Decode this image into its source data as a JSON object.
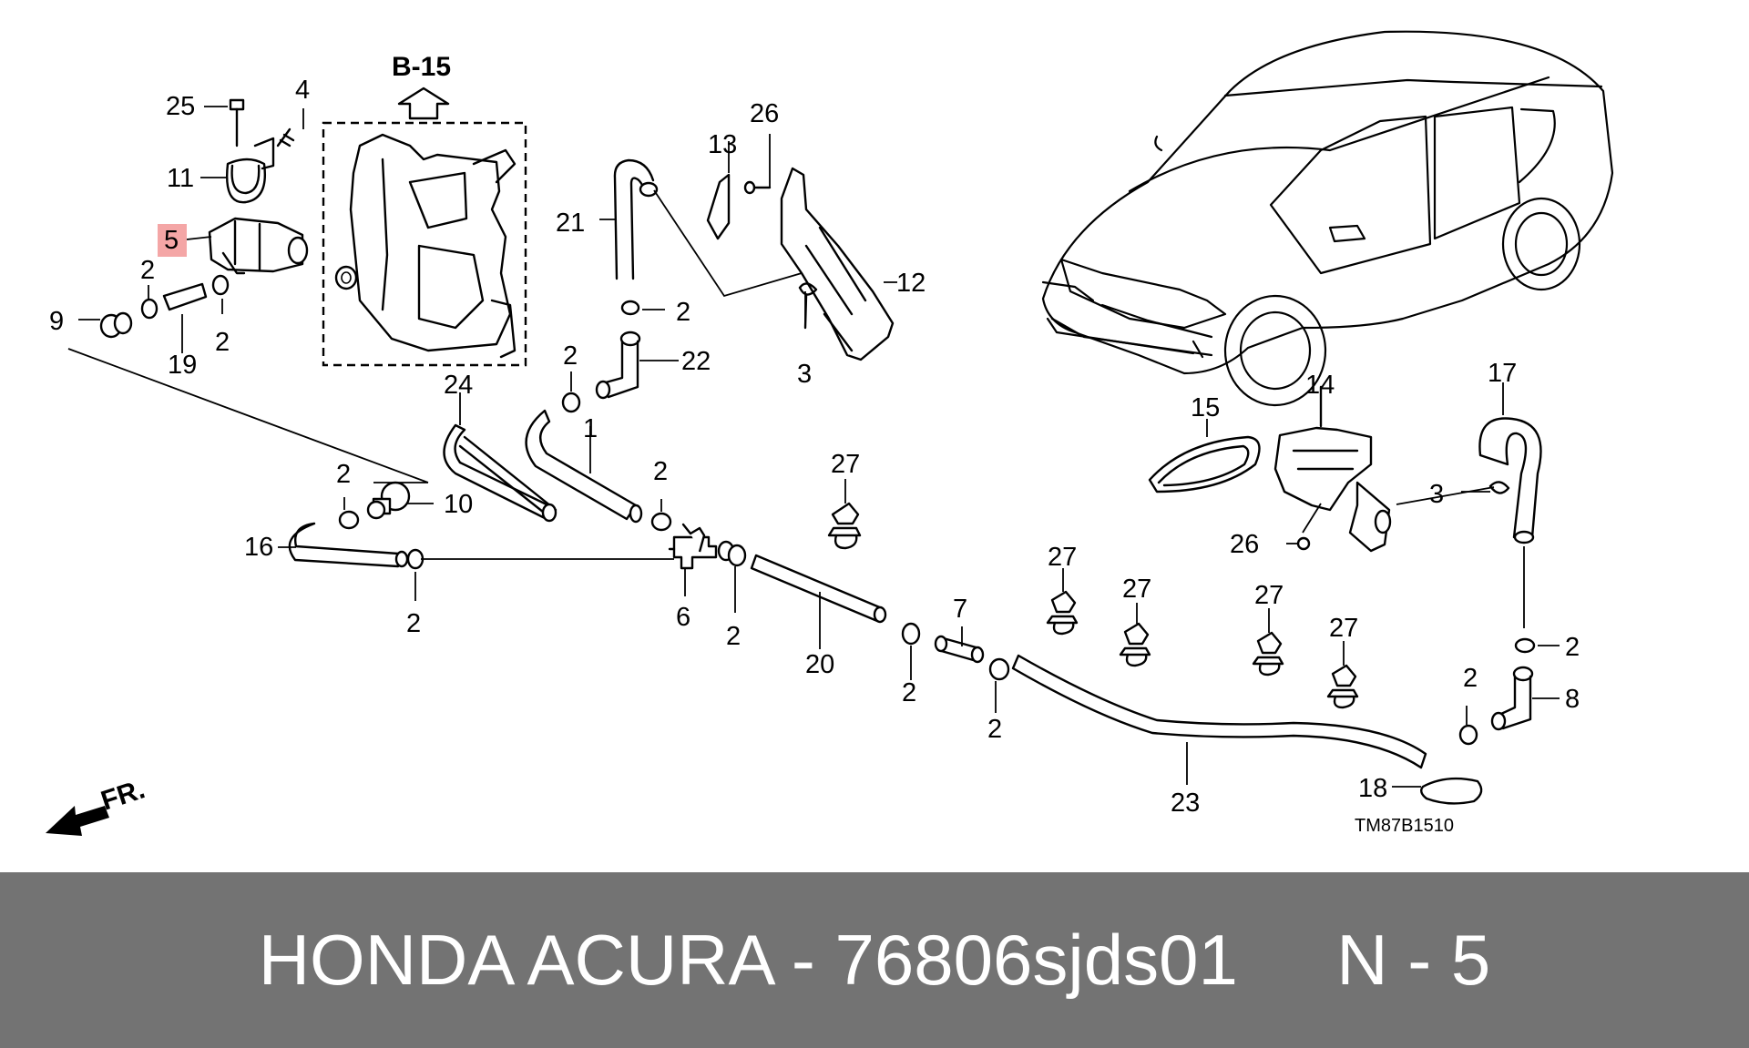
{
  "diagram": {
    "section_ref": "B-15",
    "drawing_code": "TM87B1510",
    "direction_label": "FR.",
    "highlighted_part": "5",
    "highlight_color": "#f4a6a6",
    "labels": {
      "l25": "25",
      "l4": "4",
      "l11": "11",
      "l5": "5",
      "l2a": "2",
      "l9": "9",
      "l19": "19",
      "l2b": "2",
      "l21": "21",
      "l13": "13",
      "l26a": "26",
      "l12": "12",
      "l2c": "2",
      "l22": "22",
      "l2d": "2",
      "l3a": "3",
      "l24": "24",
      "l1": "1",
      "l2e": "2",
      "l10": "10",
      "l2f": "2",
      "l16": "16",
      "l2g": "2",
      "l6": "6",
      "l2h": "2",
      "l27a": "27",
      "l20": "20",
      "l7": "7",
      "l2i": "2",
      "l2j": "2",
      "l27b": "27",
      "l27c": "27",
      "l27d": "27",
      "l27e": "27",
      "l23": "23",
      "l15": "15",
      "l14": "14",
      "l17": "17",
      "l3b": "3",
      "l26b": "26",
      "l2k": "2",
      "l2l": "2",
      "l8": "8",
      "l18": "18"
    }
  },
  "footer": {
    "title": "HONDA ACURA - 76806sjds01     N - 5",
    "background": "#737373",
    "text_color": "#ffffff"
  }
}
